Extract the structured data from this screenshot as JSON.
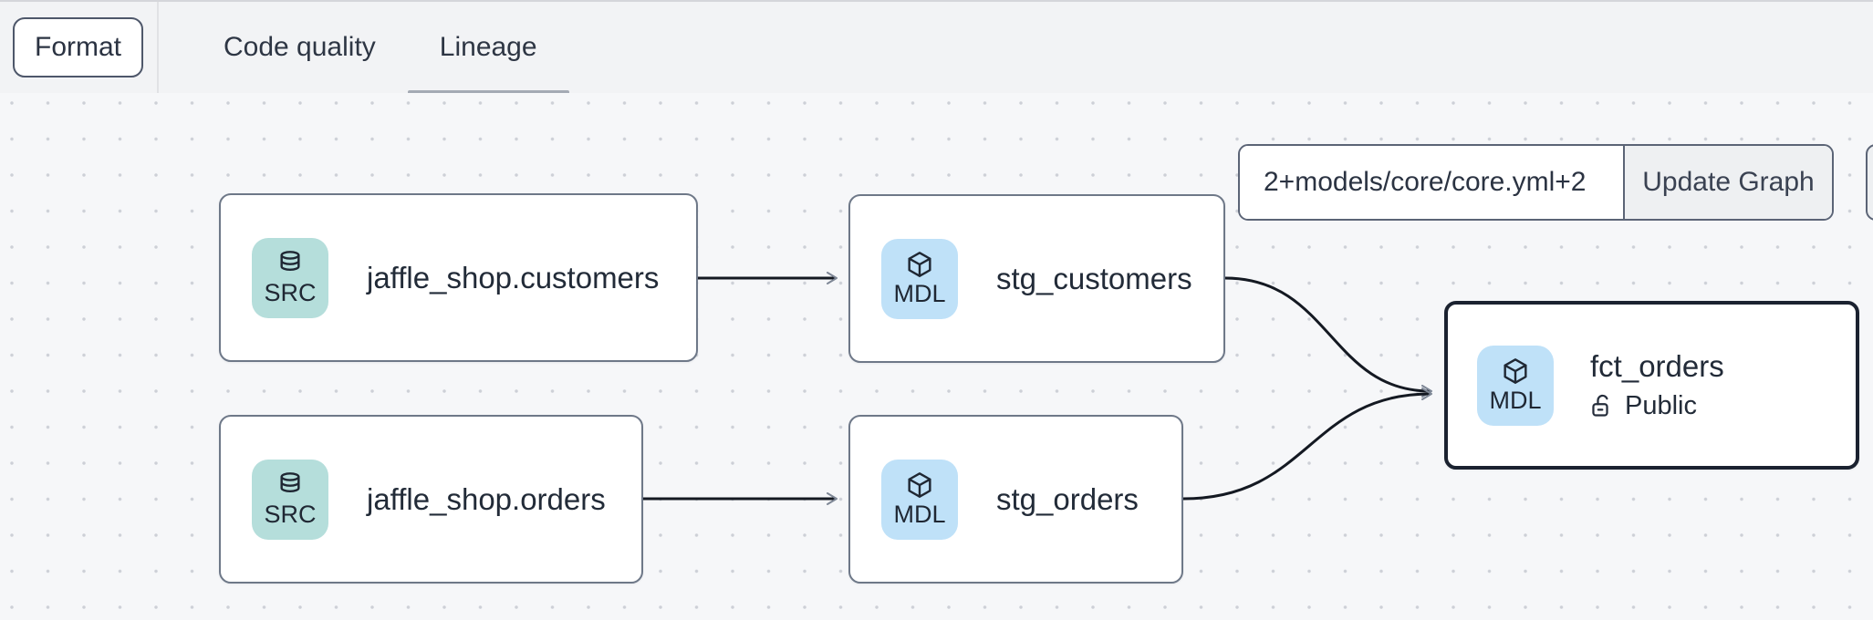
{
  "header": {
    "format_button_label": "Format",
    "tabs": [
      {
        "label": "Code quality",
        "active": false
      },
      {
        "label": "Lineage",
        "active": true
      }
    ]
  },
  "toolbar": {
    "selector_value": "2+models/core/core.yml+2",
    "update_button_label": "Update Graph"
  },
  "graph": {
    "nodes": [
      {
        "id": "jaffle_shop.customers",
        "title": "jaffle_shop.customers",
        "badge": "SRC",
        "type": "source",
        "icon": "database-icon",
        "selected": false
      },
      {
        "id": "stg_customers",
        "title": "stg_customers",
        "badge": "MDL",
        "type": "model",
        "icon": "cube-icon",
        "selected": false
      },
      {
        "id": "jaffle_shop.orders",
        "title": "jaffle_shop.orders",
        "badge": "SRC",
        "type": "source",
        "icon": "database-icon",
        "selected": false
      },
      {
        "id": "stg_orders",
        "title": "stg_orders",
        "badge": "MDL",
        "type": "model",
        "icon": "cube-icon",
        "selected": false
      },
      {
        "id": "fct_orders",
        "title": "fct_orders",
        "badge": "MDL",
        "type": "model",
        "icon": "cube-icon",
        "selected": true,
        "access_label": "Public",
        "access_icon": "lock-open-icon"
      }
    ],
    "edges": [
      {
        "source": "jaffle_shop.customers",
        "target": "stg_customers"
      },
      {
        "source": "jaffle_shop.orders",
        "target": "stg_orders"
      },
      {
        "source": "stg_customers",
        "target": "fct_orders"
      },
      {
        "source": "stg_orders",
        "target": "fct_orders"
      }
    ]
  },
  "colors": {
    "header_bg": "#f2f3f5",
    "canvas_bg": "#f6f7f9",
    "canvas_dot": "#cdd0d7",
    "node_border": "#6e7888",
    "selected_node_border": "#1b2230",
    "source_badge_bg": "#b5dedb",
    "model_badge_bg": "#bfe1f8",
    "edge_stroke": "#141922",
    "arrowhead": "#7e8796",
    "tab_underline": "#a4aab4",
    "text_dark": "#222b38"
  }
}
